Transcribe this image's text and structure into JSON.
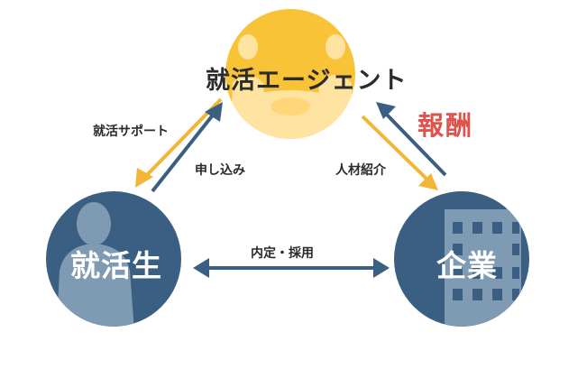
{
  "nodes": {
    "agent": "就活エージェント",
    "student": "就活生",
    "company": "企業"
  },
  "arrows": {
    "support": "就活サポート",
    "apply": "申し込み",
    "introduction": "人材紹介",
    "reward": "報酬",
    "offer_hiring": "内定・採用"
  },
  "colors": {
    "agent_circle": "#f9c338",
    "agent_highlight": "#ffe3a0",
    "student_circle": "#3a5f82",
    "student_silhouette": "#7f9ab3",
    "company_circle": "#3a5f82",
    "company_building": "#7f9ab3",
    "arrow_yellow": "#f2b535",
    "arrow_blue": "#3a5f82",
    "reward_text": "#e0524c"
  }
}
